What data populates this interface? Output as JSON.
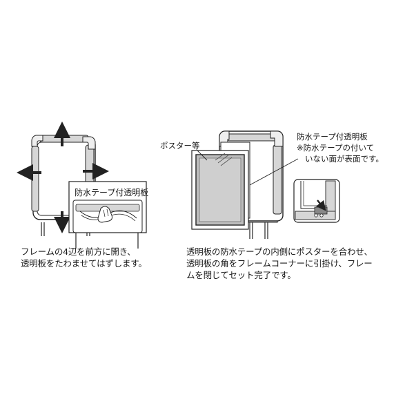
{
  "left_panel": {
    "inset_label": "防水テープ付透明板",
    "caption_lines": [
      "フレームの4辺を前方に開き、",
      "透明板をたわませてはずします。"
    ]
  },
  "right_panel": {
    "poster_label": "ポスター等",
    "film_label_line1": "防水テープ付透明板",
    "film_label_line2": "※防水テープの付いて",
    "film_label_line3": "いない面が表面です。",
    "caption_lines": [
      "透明板の防水テープの内側にポスターを合わせ、",
      "透明板の角をフレームコーナーに引掛け、フレー",
      "ムを閉じてセット完了です。"
    ]
  },
  "colors": {
    "frame_fill": "#d6d6d6",
    "poster_fill": "#bdbdbd",
    "line": "#222222"
  }
}
